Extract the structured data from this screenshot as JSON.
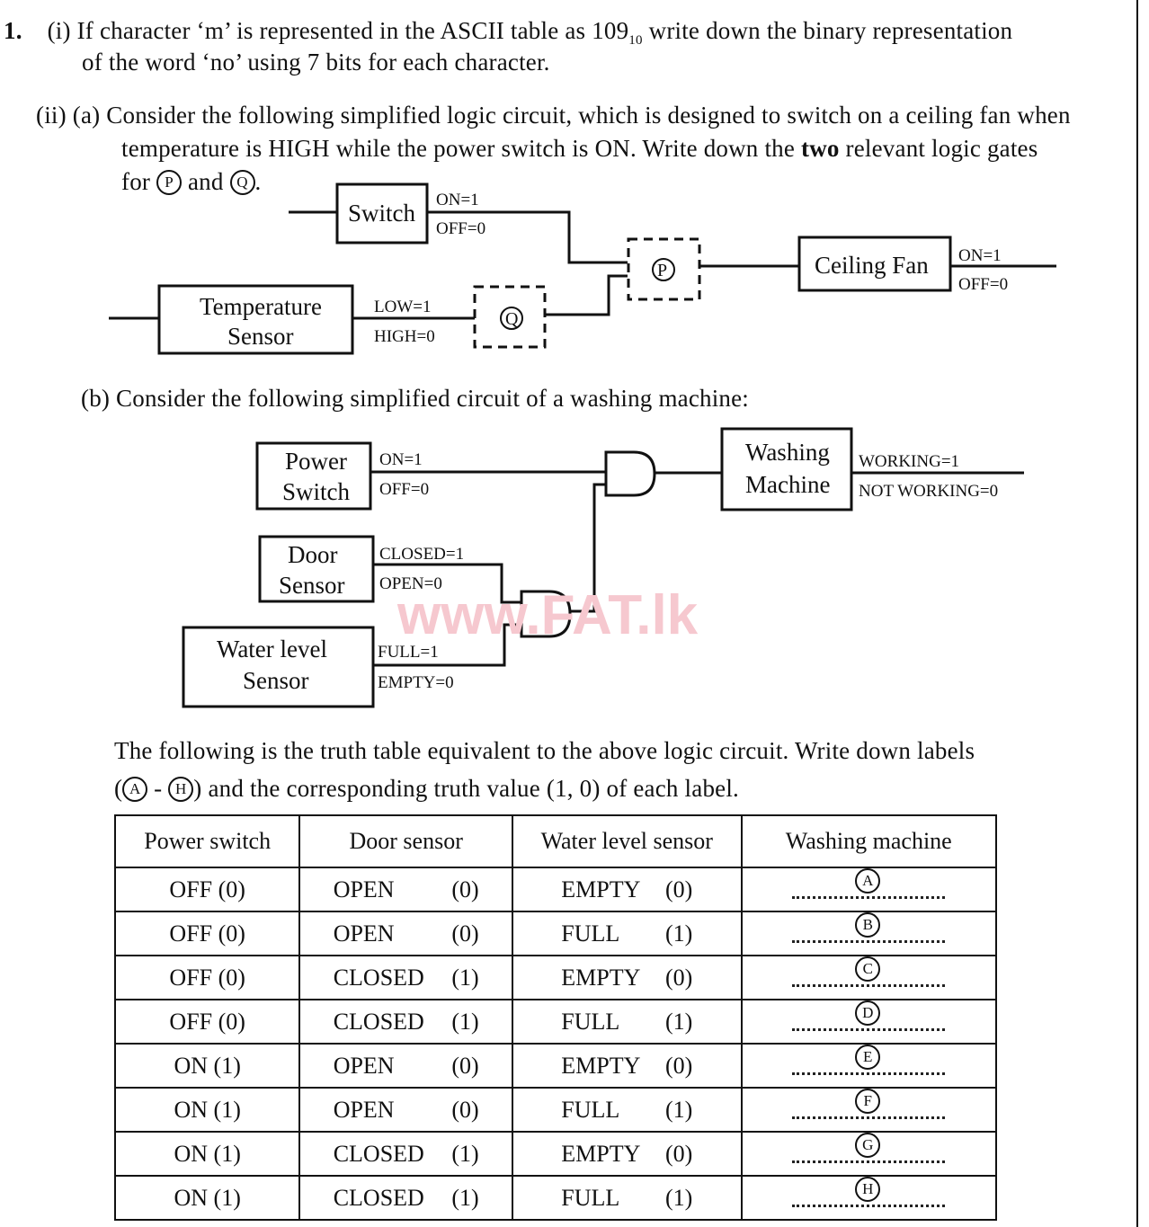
{
  "question": {
    "number": "1.",
    "part_i": {
      "label": "(i)",
      "line1_a": "If character ‘m’ is represented in the ASCII table as 109",
      "line1_sub": "10",
      "line1_b": " write down the binary representation",
      "line2": "of the word ‘no’ using 7 bits for each character."
    },
    "part_ii_a": {
      "label": "(ii)",
      "sublabel": "(a)",
      "line1": "Consider the following simplified logic circuit, which is designed to switch on a ceiling fan when",
      "line2_a": "temperature is HIGH while the power switch is ON. Write down the ",
      "line2_bold": "two",
      "line2_b": " relevant logic gates",
      "line3_a": "for ",
      "line3_p": "P",
      "line3_mid": " and ",
      "line3_q": "Q",
      "line3_end": "."
    },
    "circuit_a": {
      "switch_box": "Switch",
      "switch_on": "ON=1",
      "switch_off": "OFF=0",
      "temp_box_line1": "Temperature",
      "temp_box_line2": "Sensor",
      "temp_low": "LOW=1",
      "temp_high": "HIGH=0",
      "gate_q": "Q",
      "gate_p": "P",
      "fan_box": "Ceiling  Fan",
      "fan_on": "ON=1",
      "fan_off": "OFF=0"
    },
    "part_ii_b": {
      "sublabel": "(b)",
      "line1": "Consider the following simplified circuit of a washing machine:"
    },
    "circuit_b": {
      "power_line1": "Power",
      "power_line2": "Switch",
      "power_on": "ON=1",
      "power_off": "OFF=0",
      "door_line1": "Door",
      "door_line2": "Sensor",
      "door_closed": "CLOSED=1",
      "door_open": "OPEN=0",
      "water_line1": "Water  level",
      "water_line2": "Sensor",
      "water_full": "FULL=1",
      "water_empty": "EMPTY=0",
      "machine_line1": "Washing",
      "machine_line2": "Machine",
      "machine_working": "WORKING=1",
      "machine_not_working": "NOT  WORKING=0",
      "watermark": "www.FAT.lk"
    },
    "truth_intro": {
      "line1": "The following is the truth table equivalent to the above logic circuit. Write down labels",
      "line2_open": "(",
      "line2_a": "A",
      "line2_dash": " - ",
      "line2_h": "H",
      "line2_rest": ")  and the corresponding truth value (1, 0) of each label."
    },
    "truth_table": {
      "headers": [
        "Power  switch",
        "Door  sensor",
        "Water  level  sensor",
        "Washing  machine"
      ],
      "rows": [
        {
          "power": "OFF  (0)",
          "door": "OPEN",
          "door_val": "(0)",
          "water": "EMPTY",
          "water_val": "(0)",
          "label": "A"
        },
        {
          "power": "OFF  (0)",
          "door": "OPEN",
          "door_val": "(0)",
          "water": "FULL",
          "water_val": "(1)",
          "label": "B"
        },
        {
          "power": "OFF  (0)",
          "door": "CLOSED",
          "door_val": "(1)",
          "water": "EMPTY",
          "water_val": "(0)",
          "label": "C"
        },
        {
          "power": "OFF  (0)",
          "door": "CLOSED",
          "door_val": "(1)",
          "water": "FULL",
          "water_val": "(1)",
          "label": "D"
        },
        {
          "power": "ON  (1)",
          "door": "OPEN",
          "door_val": "(0)",
          "water": "EMPTY",
          "water_val": "(0)",
          "label": "E"
        },
        {
          "power": "ON  (1)",
          "door": "OPEN",
          "door_val": "(0)",
          "water": "FULL",
          "water_val": "(1)",
          "label": "F"
        },
        {
          "power": "ON  (1)",
          "door": "CLOSED",
          "door_val": "(1)",
          "water": "EMPTY",
          "water_val": "(0)",
          "label": "G"
        },
        {
          "power": "ON  (1)",
          "door": "CLOSED",
          "door_val": "(1)",
          "water": "FULL",
          "water_val": "(1)",
          "label": "H"
        }
      ]
    }
  }
}
